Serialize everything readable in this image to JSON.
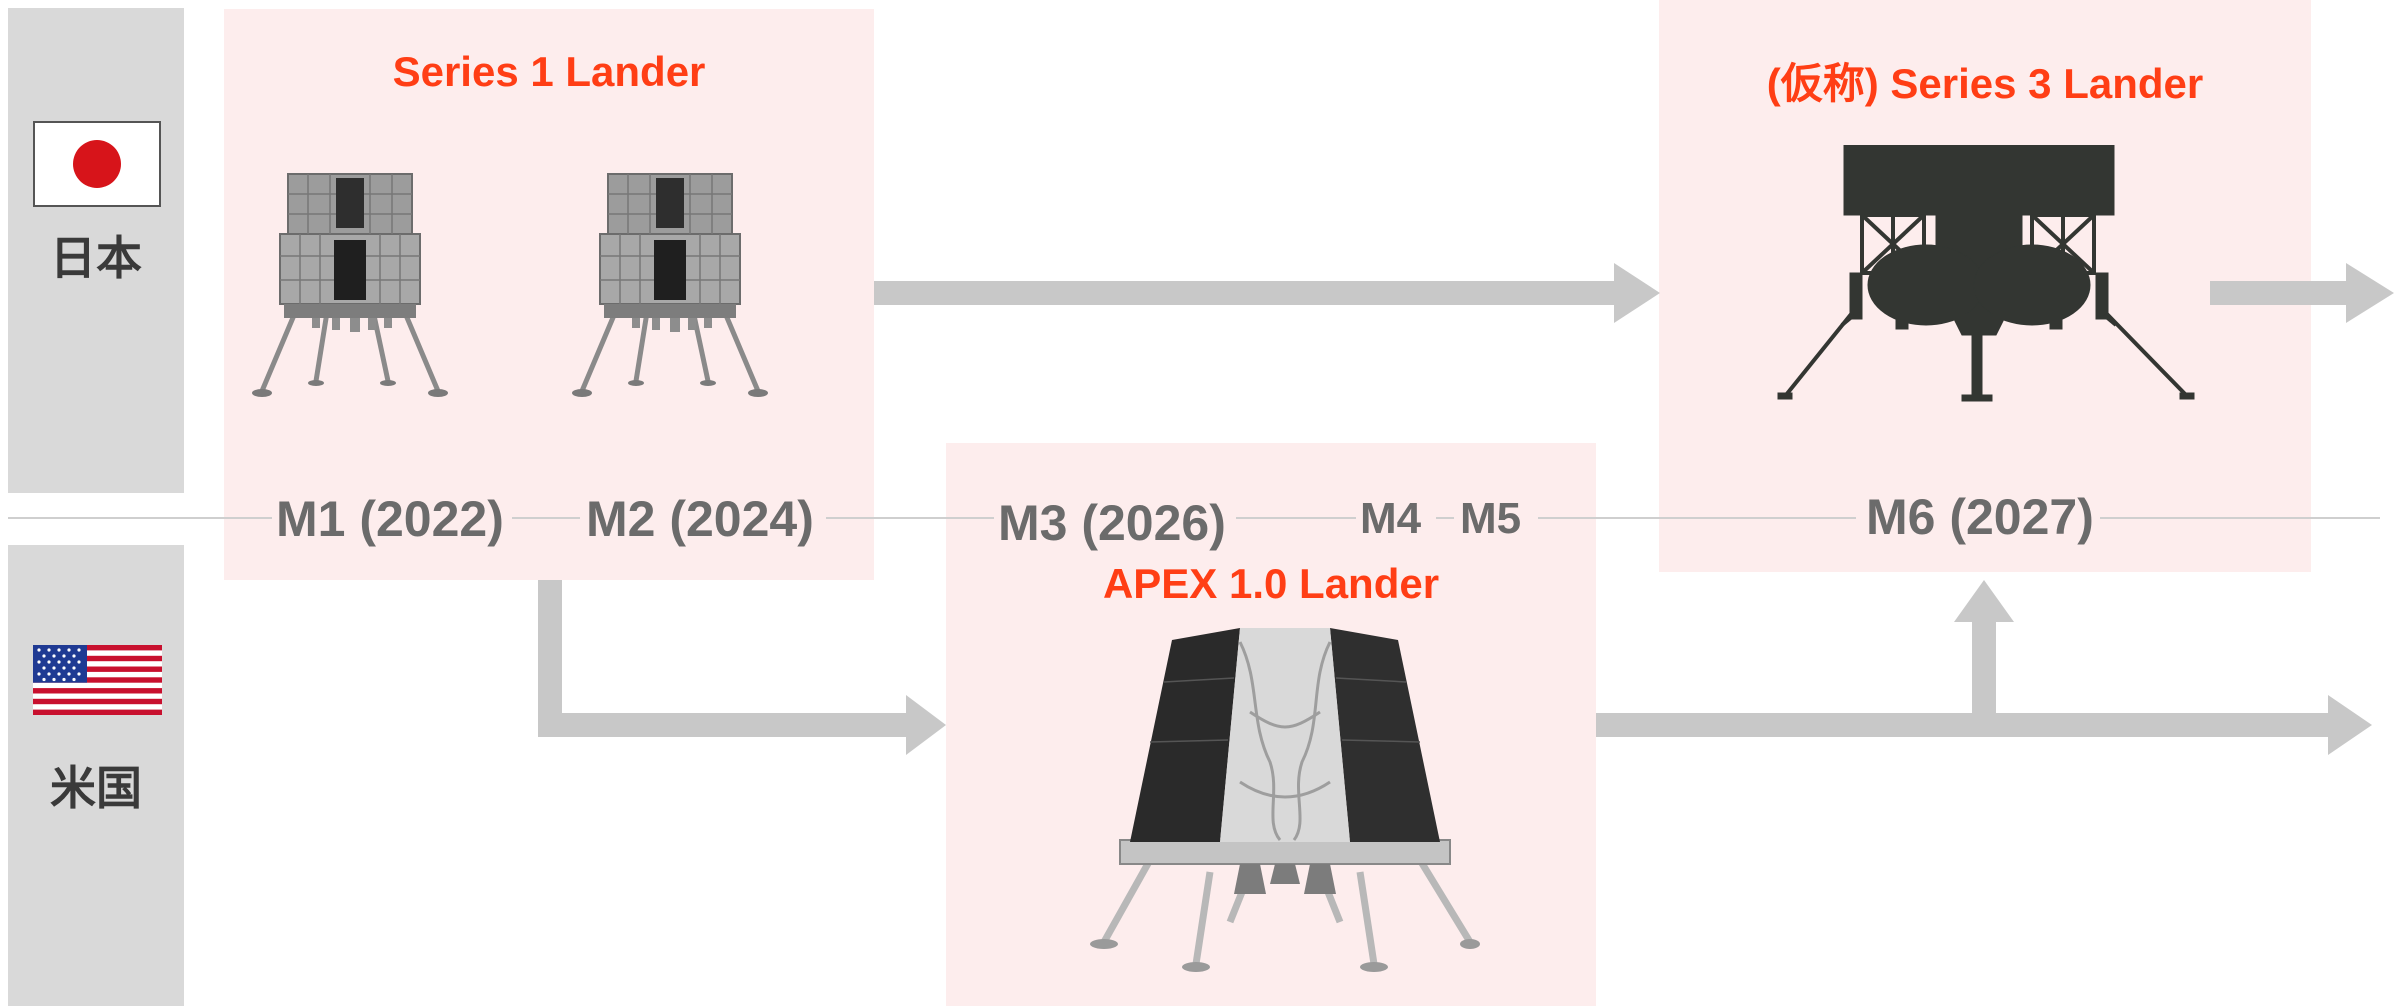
{
  "rows": {
    "japan": {
      "label": "日本",
      "flag": "japan-flag"
    },
    "usa": {
      "label": "米国",
      "flag": "usa-flag"
    }
  },
  "landers": {
    "series1": {
      "title": "Series 1 Lander",
      "image": "series1-lander-image"
    },
    "apex": {
      "title": "APEX 1.0 Lander",
      "image": "apex-lander-image"
    },
    "series3": {
      "title": "(仮称) Series 3 Lander",
      "image": "series3-lander-silhouette"
    }
  },
  "milestones": {
    "m1": "M1 (2022)",
    "m2": "M2 (2024)",
    "m3": "M3 (2026)",
    "m4": "M4",
    "m5": "M5",
    "m6": "M6 (2027)"
  },
  "colors": {
    "accent": "#ff3e15",
    "panel": "#fdeded",
    "row_band": "#d9d9d9",
    "arrow": "#c8c8c8",
    "milestone_text": "#6b6b6b"
  }
}
